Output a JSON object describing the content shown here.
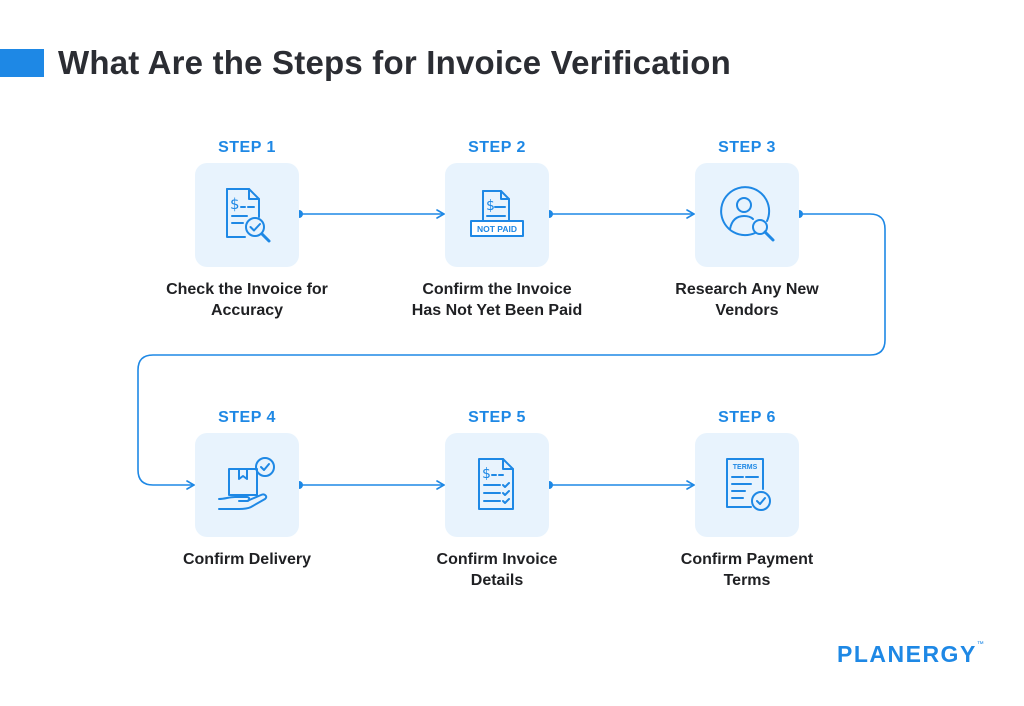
{
  "header": {
    "title": "What Are the Steps for Invoice Verification"
  },
  "steps": [
    {
      "label": "STEP 1",
      "text": "Check the Invoice for\nAccuracy",
      "icon": "invoice-magnifier-check-icon"
    },
    {
      "label": "STEP 2",
      "text": "Confirm the Invoice\nHas Not Yet Been Paid",
      "icon": "not-paid-invoice-icon",
      "badge": "NOT PAID"
    },
    {
      "label": "STEP 3",
      "text": "Research Any New\nVendors",
      "icon": "vendor-search-icon"
    },
    {
      "label": "STEP 4",
      "text": "Confirm Delivery",
      "icon": "package-hand-check-icon"
    },
    {
      "label": "STEP 5",
      "text": "Confirm Invoice\nDetails",
      "icon": "invoice-checklist-icon"
    },
    {
      "label": "STEP 6",
      "text": "Confirm Payment\nTerms",
      "icon": "terms-document-check-icon",
      "badge": "TERMS"
    }
  ],
  "logo": {
    "text": "PLANERGY",
    "mark": "™"
  },
  "colors": {
    "accent": "#1e88e5",
    "tile": "#e8f3fd",
    "text": "#1f2023"
  }
}
